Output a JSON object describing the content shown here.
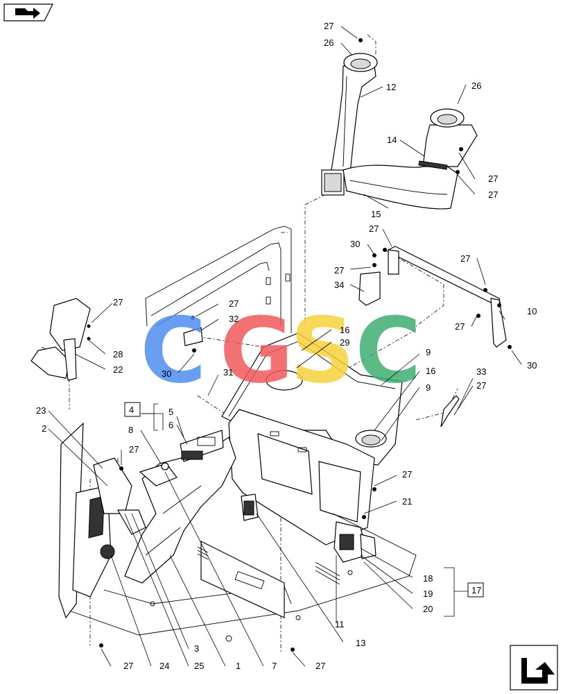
{
  "watermark": {
    "letters": [
      "C",
      "G",
      "S",
      "C"
    ],
    "colors": [
      "#4f8ff0",
      "#f0595b",
      "#f7d23c",
      "#3fae72"
    ]
  },
  "icons": {
    "top_left": "book-arrow-icon",
    "bottom_right": "exit-arrow-icon"
  },
  "callouts": {
    "c27_top": "27",
    "c26_top": "26",
    "c12": "12",
    "c26_right": "26",
    "c14": "14",
    "c27_r1": "27",
    "c27_r2": "27",
    "c15": "15",
    "c27_br1": "27",
    "c30_br": "30",
    "c27_br2": "27",
    "c34": "34",
    "c27_right_top": "27",
    "c10": "10",
    "c27_right_mid": "27",
    "c30_right": "30",
    "c27_mid": "27",
    "c32": "32",
    "c30_mid": "30",
    "c16a": "16",
    "c29": "29",
    "c31": "31",
    "c9a": "9",
    "c16b": "16",
    "c9b": "9",
    "c27_far_left": "27",
    "c28": "28",
    "c22": "22",
    "c4": "4",
    "c5": "5",
    "c6": "6",
    "c8": "8",
    "c23": "23",
    "c2": "2",
    "c27_left": "27",
    "c33": "33",
    "c27_33": "27",
    "c27_lower": "27",
    "c21": "21",
    "c18": "18",
    "c19": "19",
    "c20": "20",
    "c17": "17",
    "c11": "11",
    "c13": "13",
    "c27_bl": "27",
    "c24": "24",
    "c25": "25",
    "c3": "3",
    "c1": "1",
    "c7": "7",
    "c27_br": "27"
  }
}
